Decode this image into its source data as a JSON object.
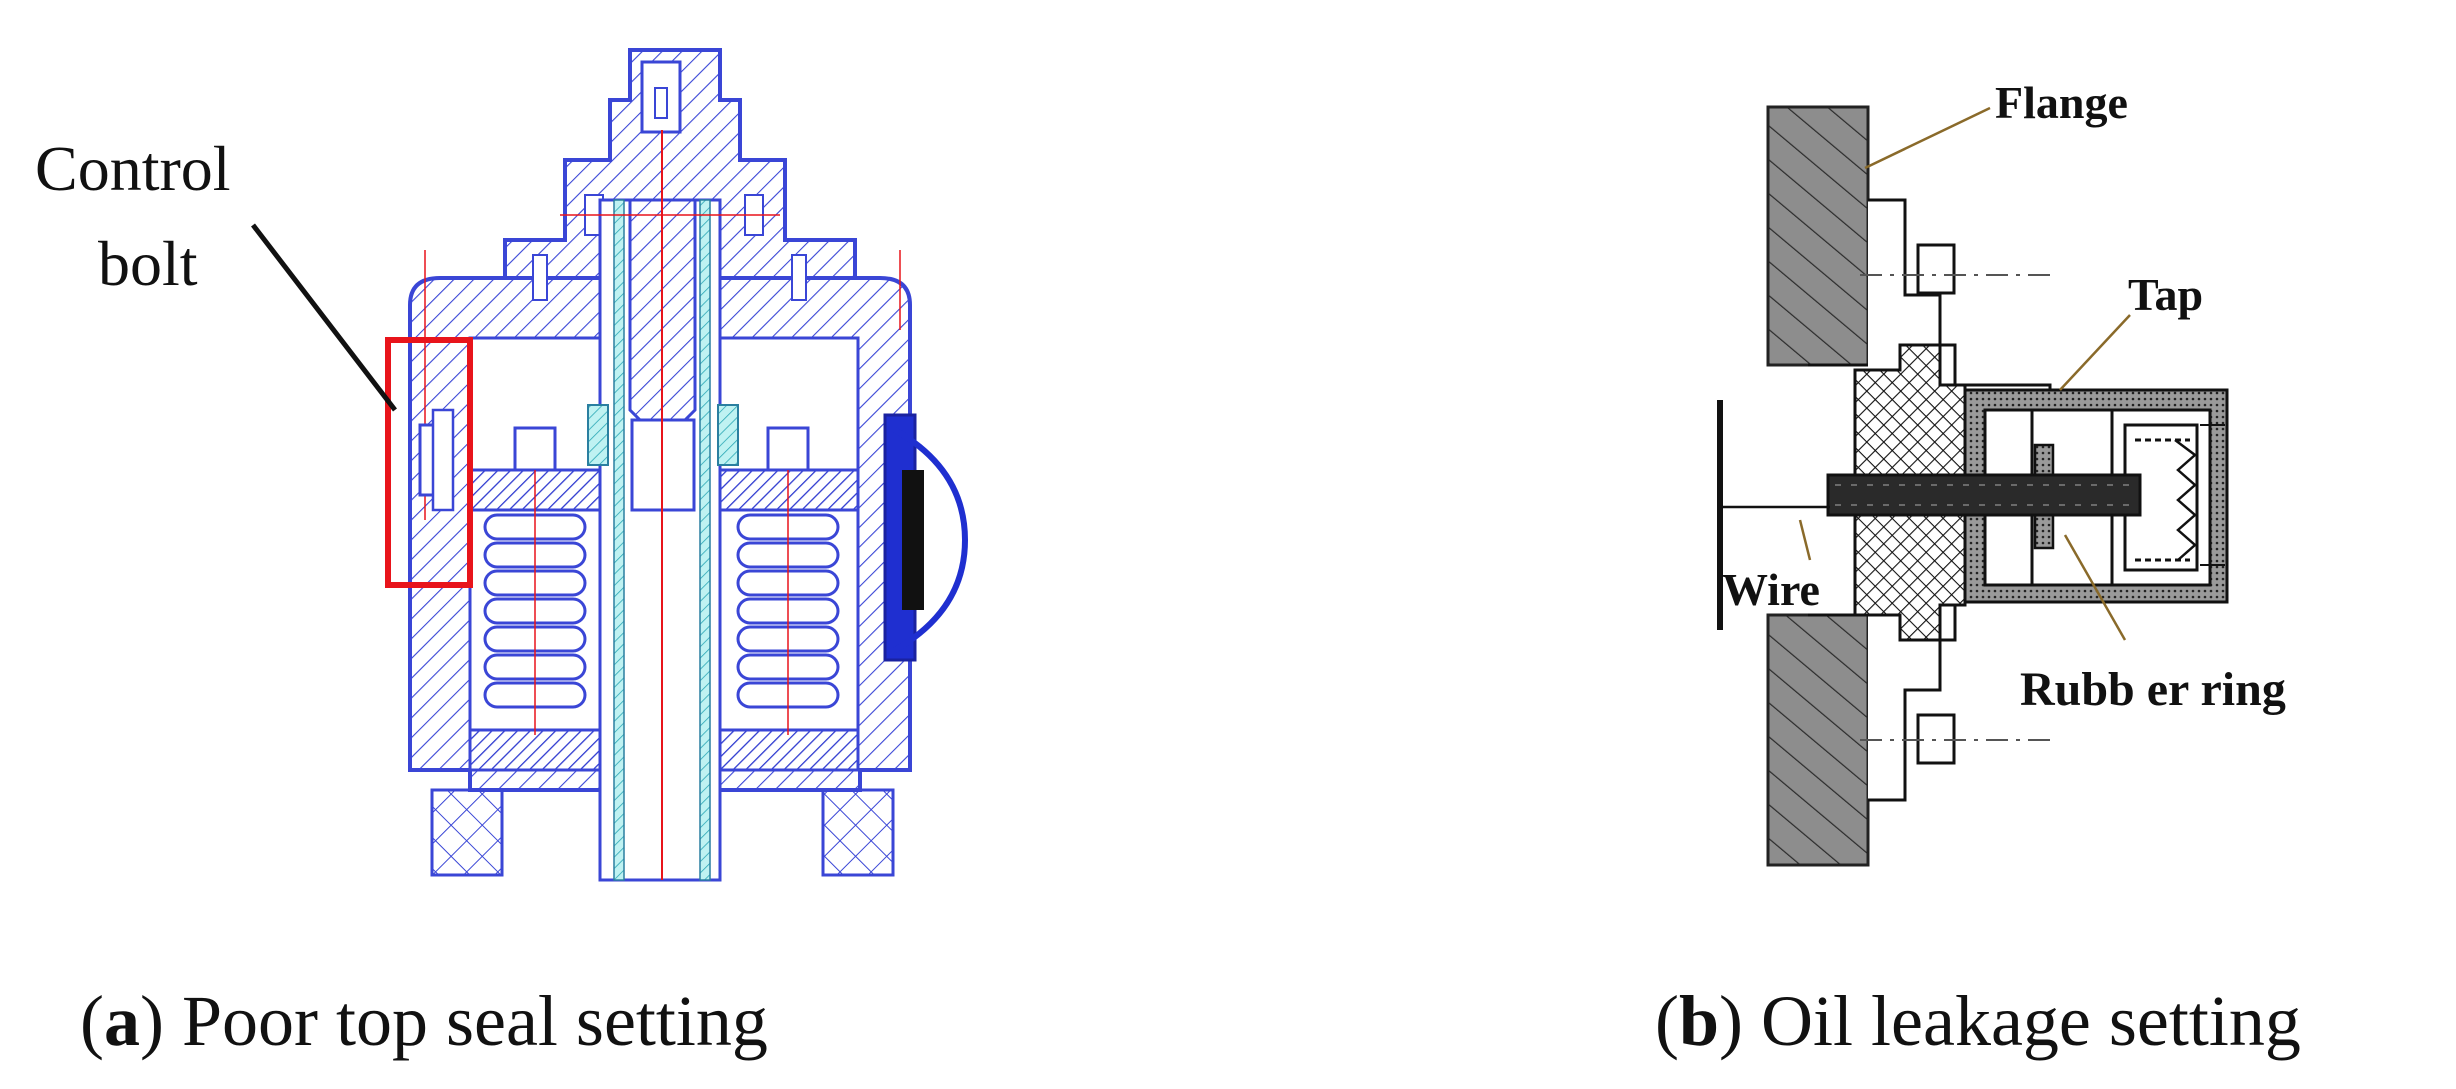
{
  "panel_a": {
    "callout_line1": "Control",
    "callout_line2": "bolt",
    "caption_letter": "a",
    "caption_text": " Poor top seal setting",
    "highlight_color": "#e8141b",
    "drawing_color": "#3a46d6"
  },
  "panel_b": {
    "label_flange": "Flange",
    "label_tap": "Tap",
    "label_wire": "Wire",
    "label_rubber_ring": "Rubb er ring",
    "caption_letter": "b",
    "caption_text": " Oil leakage setting"
  }
}
